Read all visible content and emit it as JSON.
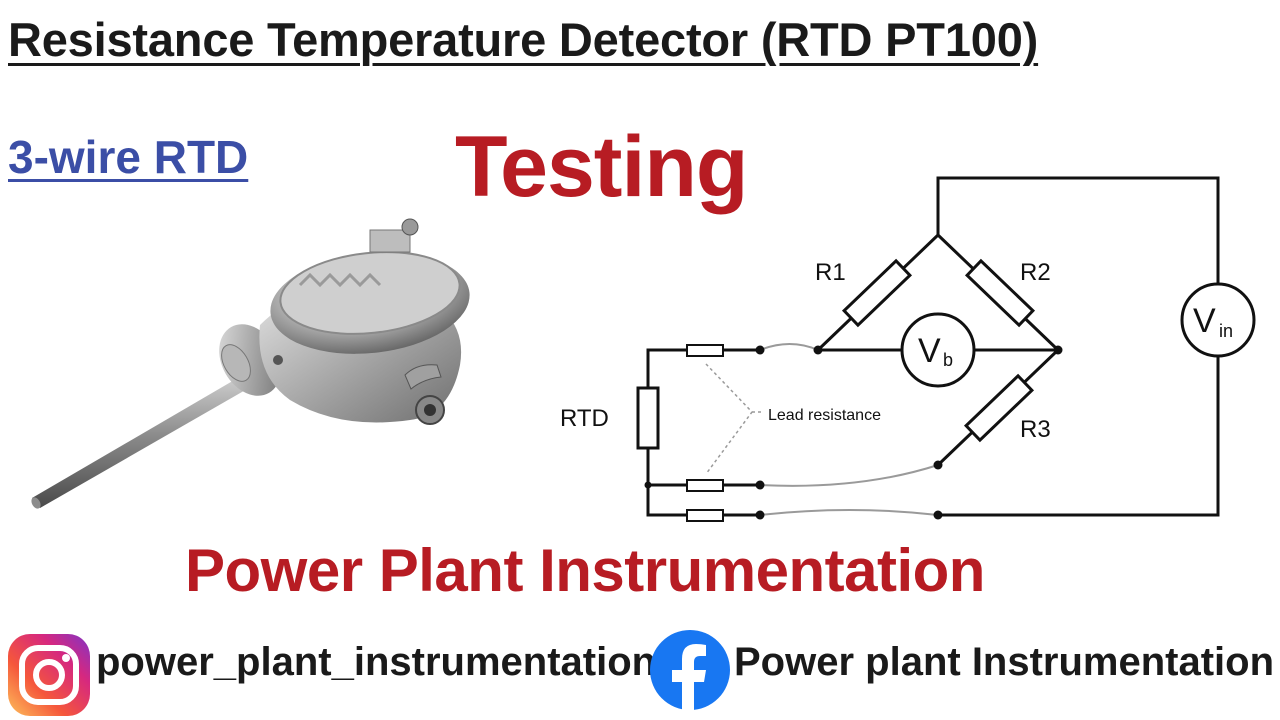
{
  "header": {
    "title": "Resistance Temperature Detector (RTD PT100)"
  },
  "subtitle": "3-wire RTD",
  "headline": "Testing",
  "diagram": {
    "labels": {
      "r1": "R1",
      "r2": "R2",
      "r3": "R3",
      "rtd": "RTD",
      "lead_resistance": "Lead resistance",
      "vb_main": "V",
      "vb_sub": "b",
      "vin_main": "V",
      "vin_sub": "in"
    }
  },
  "footer": {
    "title": "Power Plant Instrumentation",
    "instagram_handle": "power_plant_instrumentation",
    "facebook_page": "Power plant Instrumentation"
  },
  "colors": {
    "title": "#1a1a1a",
    "subtitle": "#3b4ea6",
    "accent_red": "#b71c23",
    "facebook_blue": "#1877f2"
  },
  "icons": [
    "rtd-sensor-photo",
    "instagram-icon",
    "facebook-icon"
  ]
}
